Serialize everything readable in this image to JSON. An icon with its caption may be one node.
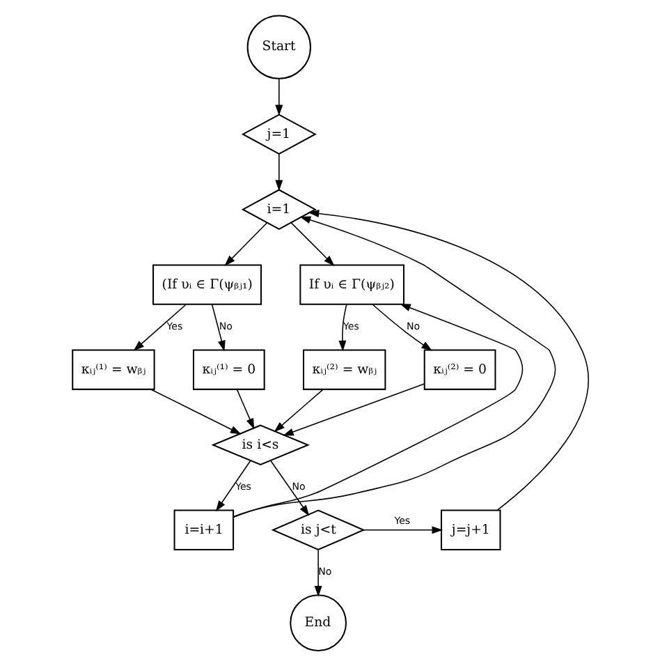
{
  "diagram": {
    "nodes": [
      {
        "text": [
          "Start"
        ]
      },
      {
        "text": [
          "j=1"
        ]
      },
      {
        "text": [
          "i=1"
        ]
      },
      {
        "text": [
          "(If υᵢ ∈ Γ(ψᵦⱼ₁)"
        ]
      },
      {
        "text": [
          "κᵢⱼ⁽¹⁾ = wᵦⱼ"
        ]
      },
      {
        "text": [
          "κᵢⱼ⁽¹⁾ = 0"
        ]
      },
      {
        "text": [
          "If υᵢ ∈ Γ(ψᵦⱼ₂)"
        ]
      },
      {
        "text": [
          "κᵢⱼ⁽²⁾ = wᵦⱼ"
        ]
      },
      {
        "text": [
          "κᵢⱼ⁽²⁾ = 0"
        ]
      },
      {
        "text": [
          "is i<s"
        ]
      },
      {
        "text": [
          "i=i+1"
        ]
      },
      {
        "text": [
          "is j<t"
        ]
      },
      {
        "text": [
          "j=j+1"
        ]
      },
      {
        "text": [
          "End"
        ]
      }
    ],
    "edges": [
      {
        "from": 0,
        "to": 1,
        "arrow": "to"
      },
      {
        "from": 1,
        "to": 2,
        "arrow": "to"
      },
      {
        "from": 2,
        "to": 3,
        "arrow": "to"
      },
      {
        "from": 2,
        "to": 6,
        "arrow": "to"
      },
      {
        "from": 3,
        "to": 4,
        "arrow": "to",
        "label": "Yes"
      },
      {
        "from": 3,
        "to": 5,
        "arrow": "to",
        "label": "No"
      },
      {
        "from": 6,
        "to": 7,
        "arrow": "to",
        "label": "Yes"
      },
      {
        "from": 6,
        "to": 8,
        "arrow": "to",
        "label": "No"
      },
      {
        "from": 4,
        "to": 9,
        "arrow": "to"
      },
      {
        "from": 5,
        "to": 9,
        "arrow": "to"
      },
      {
        "from": 8,
        "to": 9,
        "arrow": "to"
      },
      {
        "from": 7,
        "to": 9,
        "arrow": "to"
      },
      {
        "from": 9,
        "to": 10,
        "arrow": "to",
        "label": "Yes"
      },
      {
        "from": 9,
        "to": 11,
        "arrow": "to",
        "label": "No"
      },
      {
        "from": 10,
        "to": 2,
        "arrow": "to"
      },
      {
        "from": 10,
        "to": 6,
        "arrow": "to"
      },
      {
        "from": 11,
        "to": 12,
        "arrow": "to",
        "label": "Yes"
      },
      {
        "from": 11,
        "to": 13,
        "arrow": "to",
        "label": "No"
      },
      {
        "from": 12,
        "to": 2,
        "arrow": "to"
      }
    ]
  }
}
